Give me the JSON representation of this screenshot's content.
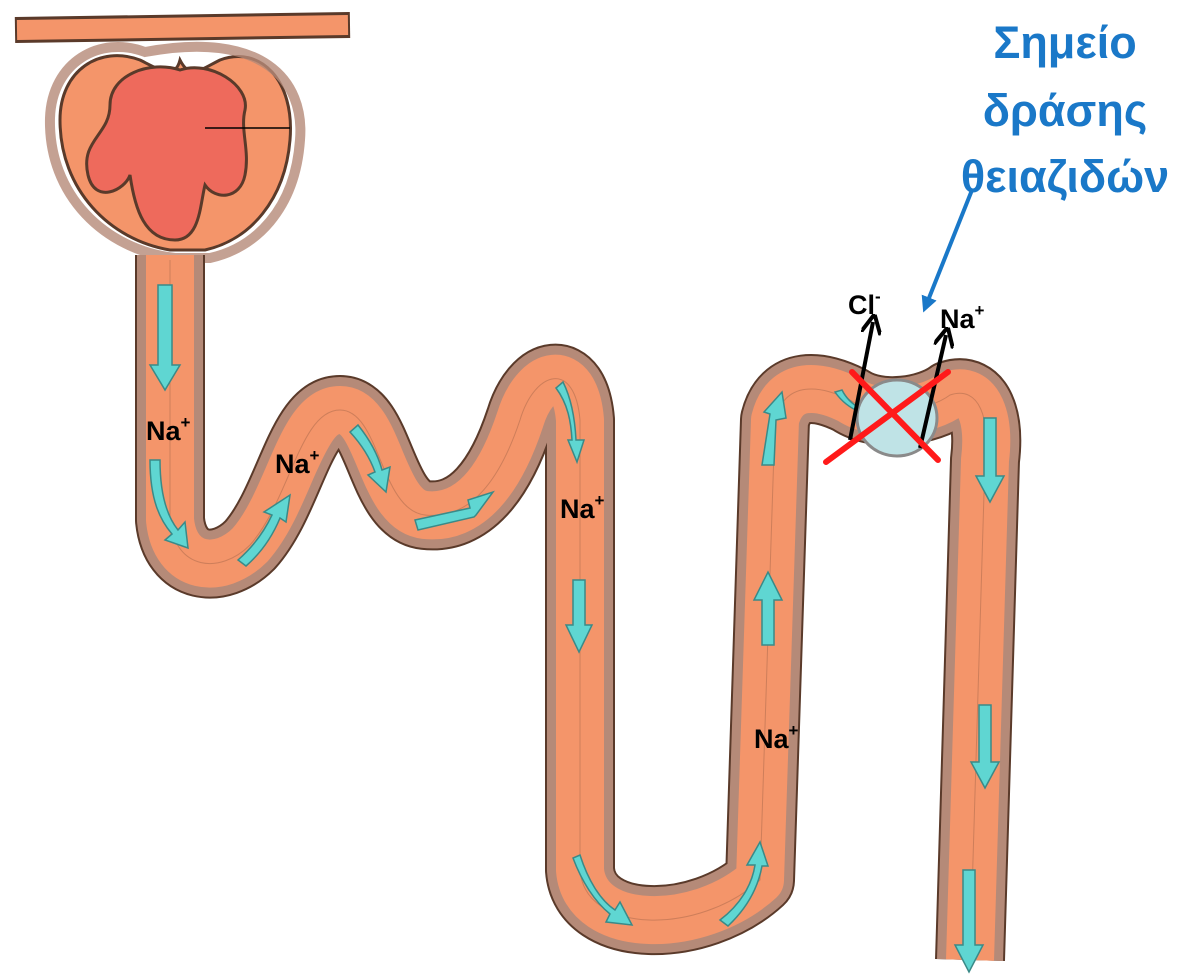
{
  "title_lines": [
    "Σημείο",
    "δράσης",
    "θειαζιδών"
  ],
  "ion_labels": {
    "na_1": "Na",
    "na_2": "Na",
    "na_3": "Na",
    "na_4": "Na",
    "na_5": "Na",
    "cl": "Cl",
    "plus": "+",
    "minus": "-"
  },
  "colors": {
    "tubule_wall": "#b58a78",
    "tubule_lumen": "#f4956a",
    "glomerulus": "#ee6a5c",
    "flow_arrow": "#5fd6d2",
    "title": "#1a78c8",
    "pointer": "#1a78c8",
    "transporter": "#bfe3e6",
    "block_cross": "#ff1a1a"
  },
  "icons": [
    "flow-arrow-icon",
    "transport-arrow-icon",
    "transporter-icon",
    "block-cross-icon",
    "pointer-arrow-icon"
  ]
}
